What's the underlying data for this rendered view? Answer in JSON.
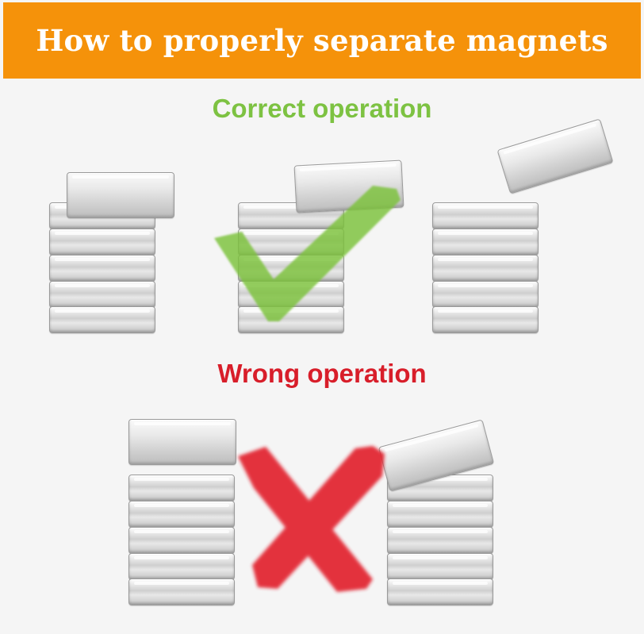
{
  "banner": {
    "title": "How to properly separate magnets",
    "color": "#f5920a"
  },
  "sections": {
    "correct": {
      "label": "Correct operation",
      "color": "#7dc242",
      "icon": "check-mark-icon"
    },
    "wrong": {
      "label": "Wrong operation",
      "color": "#d81e2a",
      "icon": "cross-mark-icon"
    }
  },
  "illustrations": [
    {
      "name": "magnet-stack",
      "section": "correct",
      "description_icon": "magnet-icon"
    }
  ]
}
